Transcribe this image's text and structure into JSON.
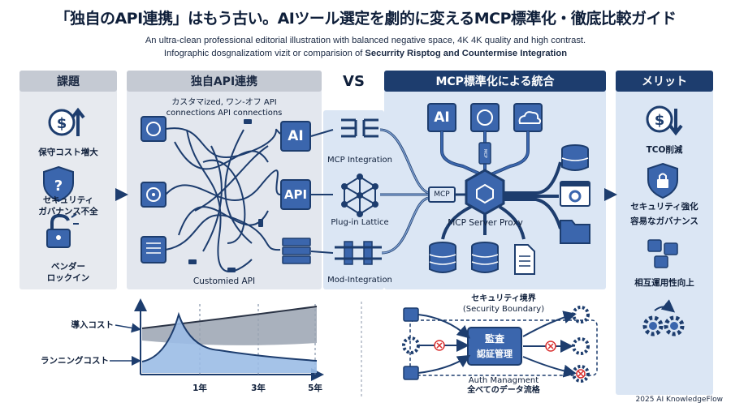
{
  "title": "「独自のAPI連携」はもう古い。AIツール選定を劇的に変えるMCP標準化・徹底比較ガイド",
  "subtitle_line1": "An ultra-clean professional editorial illustration with balanced negative space, 4K 4K quality and high contrast.",
  "subtitle_line2_prefix": "Infographic dosgnalizatiom",
  "subtitle_line2_mid": " vizit or comparision of ",
  "subtitle_line2_bold": "Securrity Risptog and Countermise Integration",
  "vs": "VS",
  "issues": {
    "header": "課題",
    "items": [
      "保守コスト増大",
      "セキュリティ",
      "ガバナンス不全",
      "ベンダー",
      "ロックイン"
    ]
  },
  "custom": {
    "header": "独自API連携",
    "caption_line1": "カスタマized, ワン-オフ API",
    "caption_line2": "connections API connections",
    "box_ai": "AI",
    "box_api": "API",
    "footer": "Customied API"
  },
  "middle": {
    "labels": [
      "MCP Integration",
      "Plug-in Lattice",
      "Mod-Integration"
    ]
  },
  "mcp": {
    "header": "MCP標準化による統合",
    "box_ai": "AI",
    "mcp_tag": "MCP",
    "mcp_small": "MCP",
    "proxy_label": "MCP Server Proxy"
  },
  "merits": {
    "header": "メリット",
    "items": [
      "TCO削減",
      "セキュリティ強化",
      "容易なガバナンス",
      "相互運用性向上"
    ]
  },
  "cost_chart": {
    "label_intro": "導入コスト",
    "label_running": "ランニングコスト",
    "ticks": [
      "1年",
      "3年",
      "5年"
    ]
  },
  "security": {
    "title_line1": "セキュリティ境界",
    "title_line2": "(Security Boundary)",
    "center_line1": "監査",
    "center_line2": "認証管理",
    "bottom_line1": "Auth Managment",
    "bottom_line2": "全べてのデータ流格"
  },
  "footer": "2025 AI KnowledgeFlow",
  "colors": {
    "navy": "#1d3d6e",
    "mid_blue": "#3b66ad",
    "light_panel": "#dbe6f4",
    "gray_panel": "#e7eaef",
    "red_x": "#d93030"
  }
}
